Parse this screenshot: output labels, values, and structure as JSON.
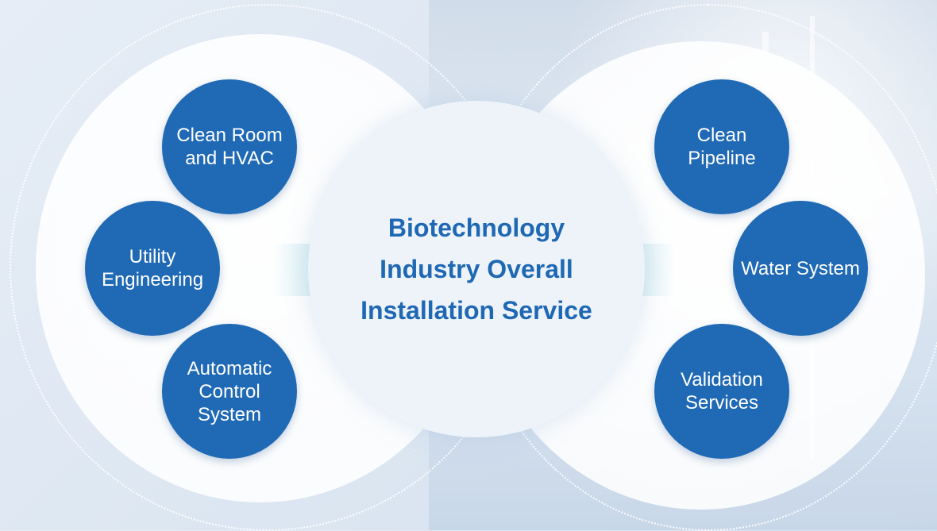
{
  "center": {
    "title": "Biotechnology Industry Overall Installation Service"
  },
  "left_nodes": [
    {
      "label": "Clean Room and HVAC"
    },
    {
      "label": "Utility Engineering"
    },
    {
      "label": "Automatic Control System"
    }
  ],
  "right_nodes": [
    {
      "label": "Clean Pipeline"
    },
    {
      "label": "Water System"
    },
    {
      "label": "Validation Services"
    }
  ],
  "colors": {
    "node_fill": "#1f69b5",
    "title_text": "#1f68b3",
    "arrow": "#a9dbe6"
  }
}
